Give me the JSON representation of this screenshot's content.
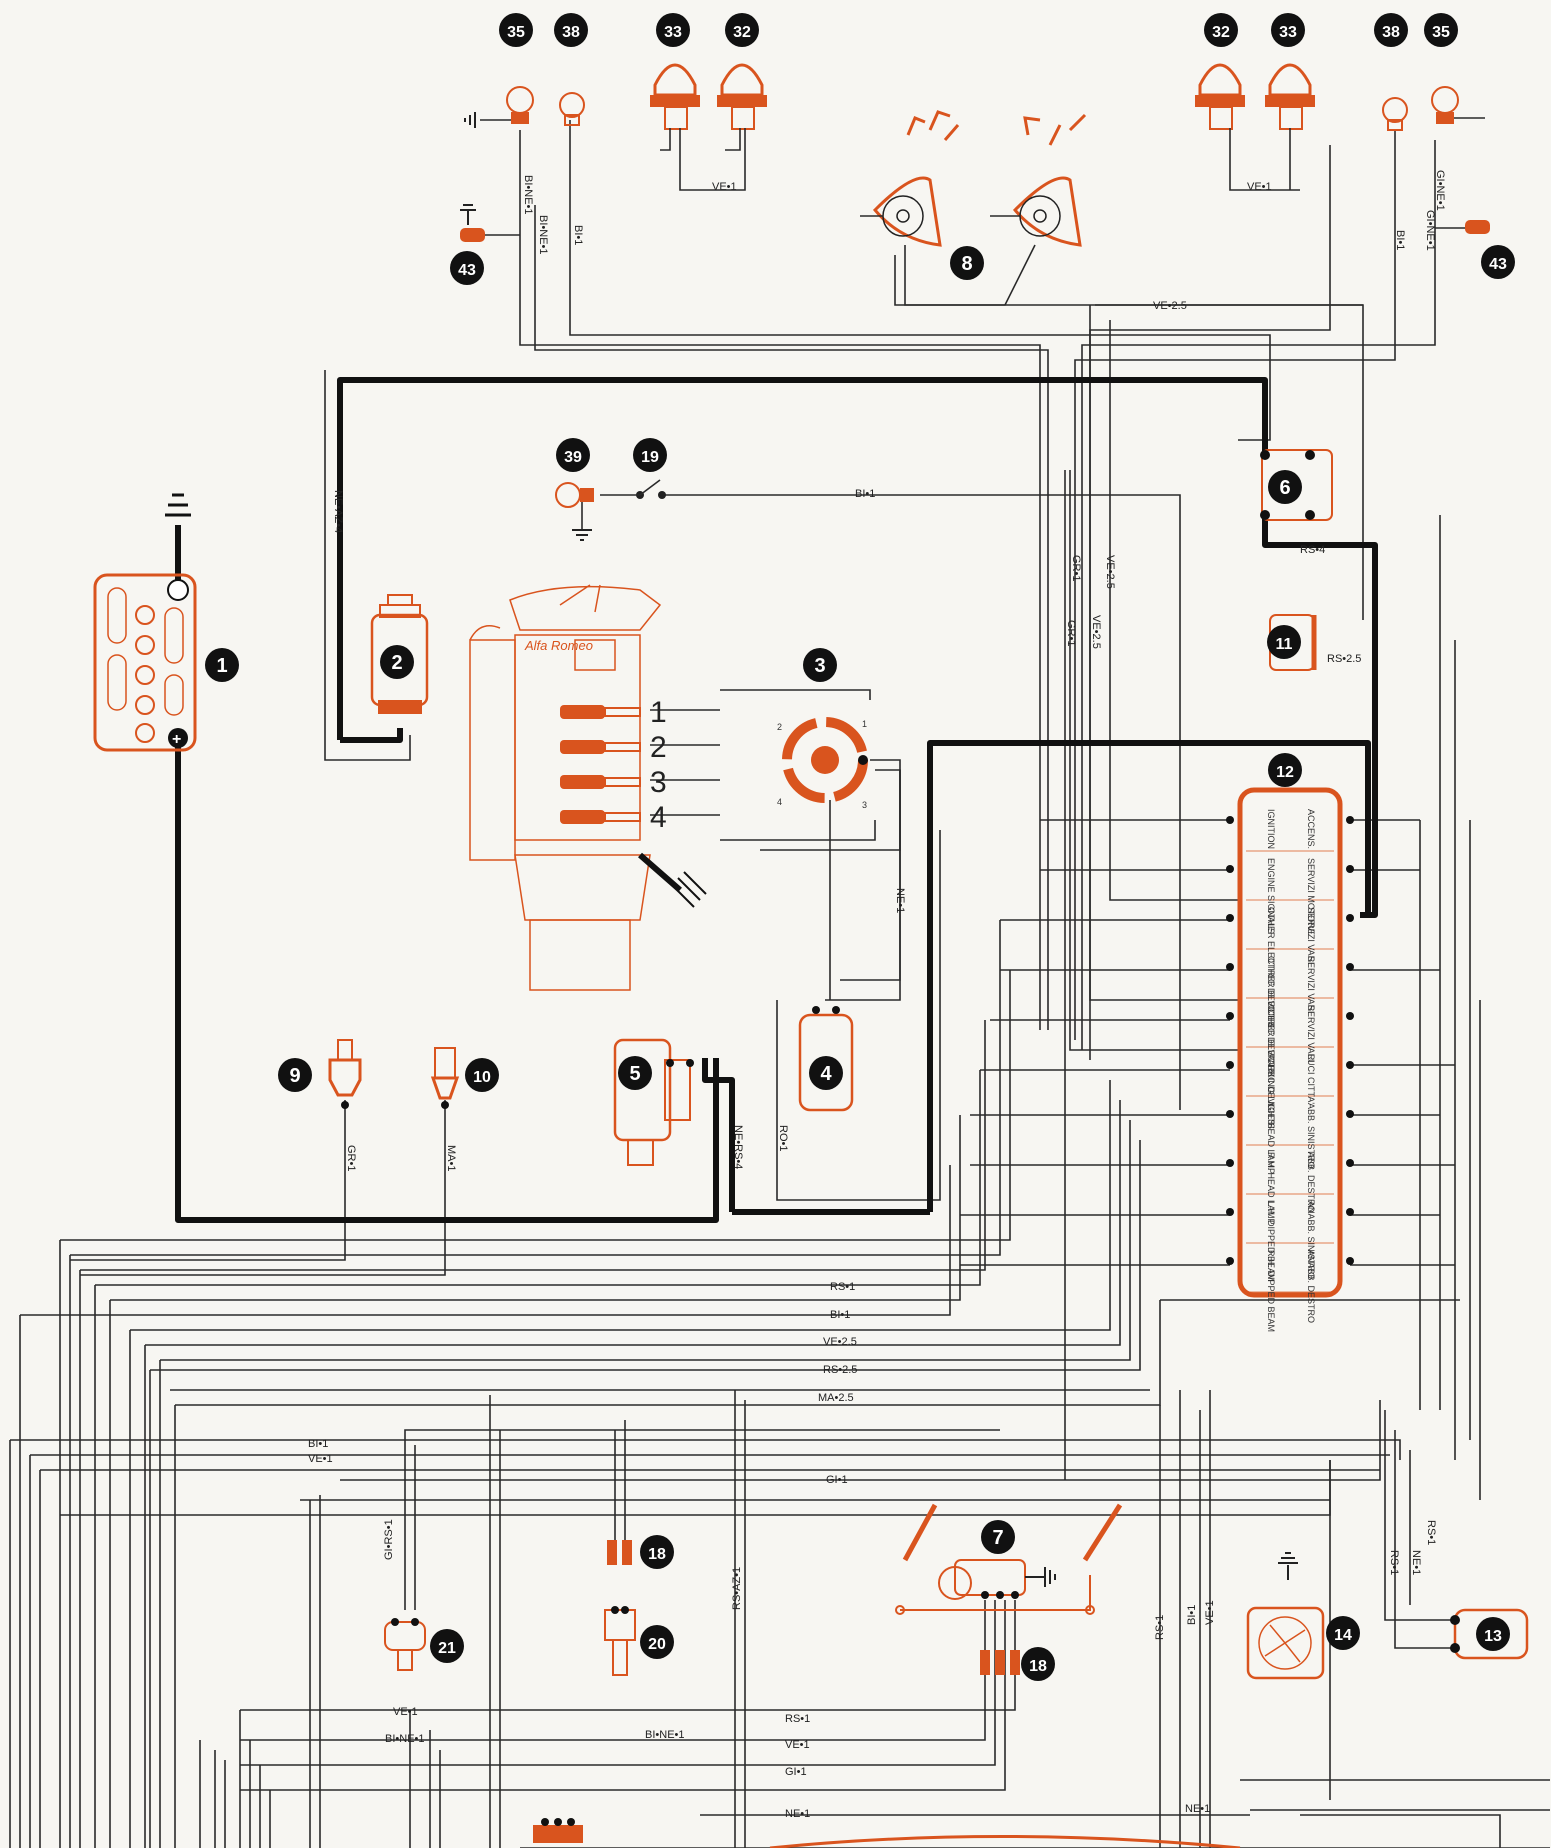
{
  "components": [
    {
      "id": "1",
      "name": "battery"
    },
    {
      "id": "2",
      "name": "washer-pump"
    },
    {
      "id": "3",
      "name": "distributor"
    },
    {
      "id": "4",
      "name": "ignition-coil"
    },
    {
      "id": "5",
      "name": "starter-motor"
    },
    {
      "id": "6",
      "name": "relay"
    },
    {
      "id": "7",
      "name": "wiper-motor"
    },
    {
      "id": "8",
      "name": "horns"
    },
    {
      "id": "9",
      "name": "oil-pressure-sender"
    },
    {
      "id": "10",
      "name": "temperature-sender"
    },
    {
      "id": "11",
      "name": "connector-block"
    },
    {
      "id": "12",
      "name": "fuse-box"
    },
    {
      "id": "13",
      "name": "fan-thermoswitch"
    },
    {
      "id": "14",
      "name": "radiator-fan"
    },
    {
      "id": "18",
      "name": "connector"
    },
    {
      "id": "19",
      "name": "switch"
    },
    {
      "id": "20",
      "name": "sensor"
    },
    {
      "id": "21",
      "name": "sender"
    },
    {
      "id": "32",
      "name": "headlamp"
    },
    {
      "id": "33",
      "name": "headlamp"
    },
    {
      "id": "35",
      "name": "lamp"
    },
    {
      "id": "38",
      "name": "lamp"
    },
    {
      "id": "39",
      "name": "lamp"
    },
    {
      "id": "43",
      "name": "side-lamp"
    }
  ],
  "wire_labels": {
    "bi_ne_1": "BI•NE•1",
    "bi_1": "BI•1",
    "ve_1": "VE•1",
    "gi_ne_1": "GI•NE•1",
    "ve_2_5": "VE•2.5",
    "ne_az_4": "NE•AZ•4",
    "gr_1": "GR•1",
    "rs_4": "RS•4",
    "rs_2_5": "RS•2.5",
    "ne_1": "NE•1",
    "ro_1": "RO•1",
    "ne_rs_4": "NE•RS•4",
    "ma_1": "MA•1",
    "rs_1": "RS•1",
    "ma_2_5": "MA•2.5",
    "gi_1": "GI•1",
    "rs_az_1": "RS•AZ•1",
    "gi_rs_1": "GI•RS•1"
  },
  "plug_numbers": [
    "1",
    "2",
    "3",
    "4"
  ],
  "engine_brand": "Alfa Romeo",
  "fuse_box": {
    "fuses": [
      {
        "it": "ACCENS.",
        "en": "IGNITION"
      },
      {
        "it": "SERVIZI MOTORE",
        "en": "ENGINE SIGNALS"
      },
      {
        "it": "SERVIZI VARI",
        "en": "OTHER ELECTRIC DEVICES"
      },
      {
        "it": "SERVIZI VARI",
        "en": "OTHER ELECTRIC DEVICES"
      },
      {
        "it": "SERVIZI VARI",
        "en": "OTHER ELECTRIC DEVICES"
      },
      {
        "it": "LUCI CITTA'",
        "en": "PARKING LIGHTS"
      },
      {
        "it": "ABB. SINISTRO",
        "en": "L.H. HEAD LAMP"
      },
      {
        "it": "ABB. DESTRO",
        "en": "R.H. HEAD LAMP"
      },
      {
        "it": "ANABB. SINISTRO",
        "en": "L.H. DIPPED BEAM"
      },
      {
        "it": "ANABB. DESTRO",
        "en": "R.H. DIPPED BEAM"
      }
    ]
  },
  "colors": {
    "accent": "#d9541e",
    "wire": "#2a2a2a",
    "paper": "#f7f6f2"
  }
}
